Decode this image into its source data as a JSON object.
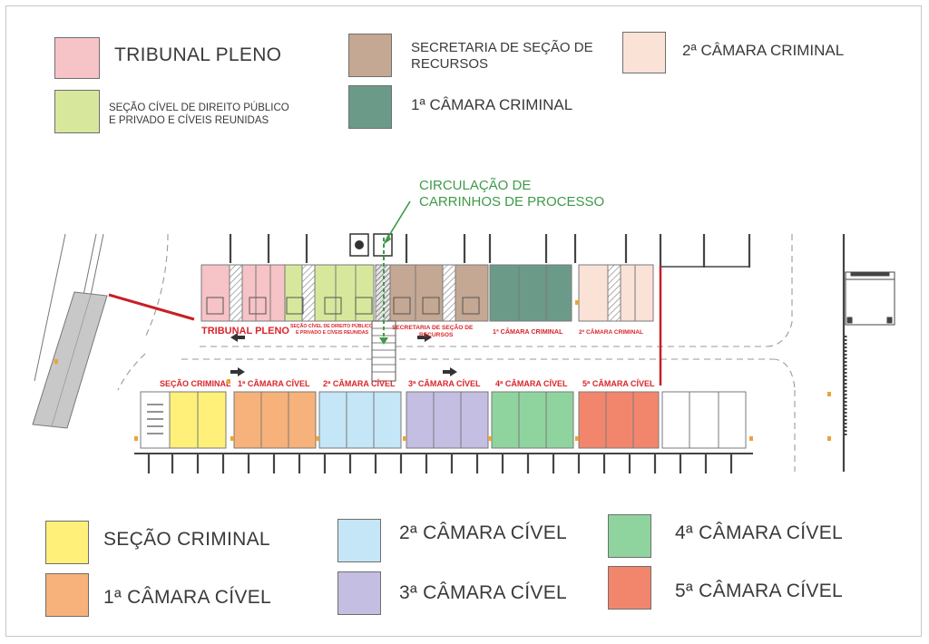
{
  "legend_top": [
    {
      "key": "tribunal_pleno",
      "label": "TRIBUNAL PLENO",
      "color": "#f6c3c6"
    },
    {
      "key": "secretaria",
      "label": "SECRETARIA DE SEÇÃO DE\nRECURSOS",
      "color": "#c4a893"
    },
    {
      "key": "segunda_criminal",
      "label": "2ª CÂMARA CRIMINAL",
      "color": "#fbe2d6"
    },
    {
      "key": "secao_civel",
      "label": "SEÇÃO CÍVEL DE DIREITO PÚBLICO\nE PRIVADO E CÍVEIS REUNIDAS",
      "color": "#d7e89c"
    },
    {
      "key": "primeira_criminal",
      "label": "1ª CÂMARA CRIMINAL",
      "color": "#6b9a89"
    }
  ],
  "legend_bottom": [
    {
      "key": "secao_criminal",
      "label": "SEÇÃO CRIMINAL",
      "color": "#fff07a"
    },
    {
      "key": "segunda_civel",
      "label": "2ª CÂMARA CÍVEL",
      "color": "#c4e6f6"
    },
    {
      "key": "quarta_civel",
      "label": "4ª CÂMARA CÍVEL",
      "color": "#8fd49f"
    },
    {
      "key": "primeira_civel",
      "label": "1ª CÂMARA CÍVEL",
      "color": "#f6b27a"
    },
    {
      "key": "terceira_civel",
      "label": "3ª CÂMARA CÍVEL",
      "color": "#c3bee2"
    },
    {
      "key": "quinta_civel",
      "label": "5ª CÂMARA CÍVEL",
      "color": "#f2866c"
    }
  ],
  "circulation_note": "CIRCULAÇÃO DE\nCARRINHOS DE PROCESSO",
  "plan_labels_top": {
    "tribunal_pleno": "TRIBUNAL PLENO",
    "secao_civel_line1": "SEÇÃO CÍVEL DE DIREITO PÚBLICO",
    "secao_civel_line2": "E PRIVADO E CÍVEIS REUNIDAS",
    "secretaria_line1": "SECRETARIA DE SEÇÃO DE",
    "secretaria_line2": "RECURSOS",
    "primeira_criminal": "1ª CÂMARA CRIMINAL",
    "segunda_criminal": "2ª CÂMARA CRIMINAL"
  },
  "plan_labels_bottom": {
    "secao_criminal": "SEÇÃO CRIMINAL",
    "primeira_civel": "1ª CÂMARA CÍVEL",
    "segunda_civel": "2ª CÂMARA CÍVEL",
    "terceira_civel": "3ª CÂMARA CÍVEL",
    "quarta_civel": "4ª CÂMARA CÍVEL",
    "quinta_civel": "5ª CÂMARA CÍVEL"
  },
  "colors": {
    "label_red": "#d9252a",
    "wall_red": "#c62026",
    "circulation_green": "#3e9a48",
    "line_gray": "#444444",
    "dashed_gray": "#9a9a9a"
  }
}
